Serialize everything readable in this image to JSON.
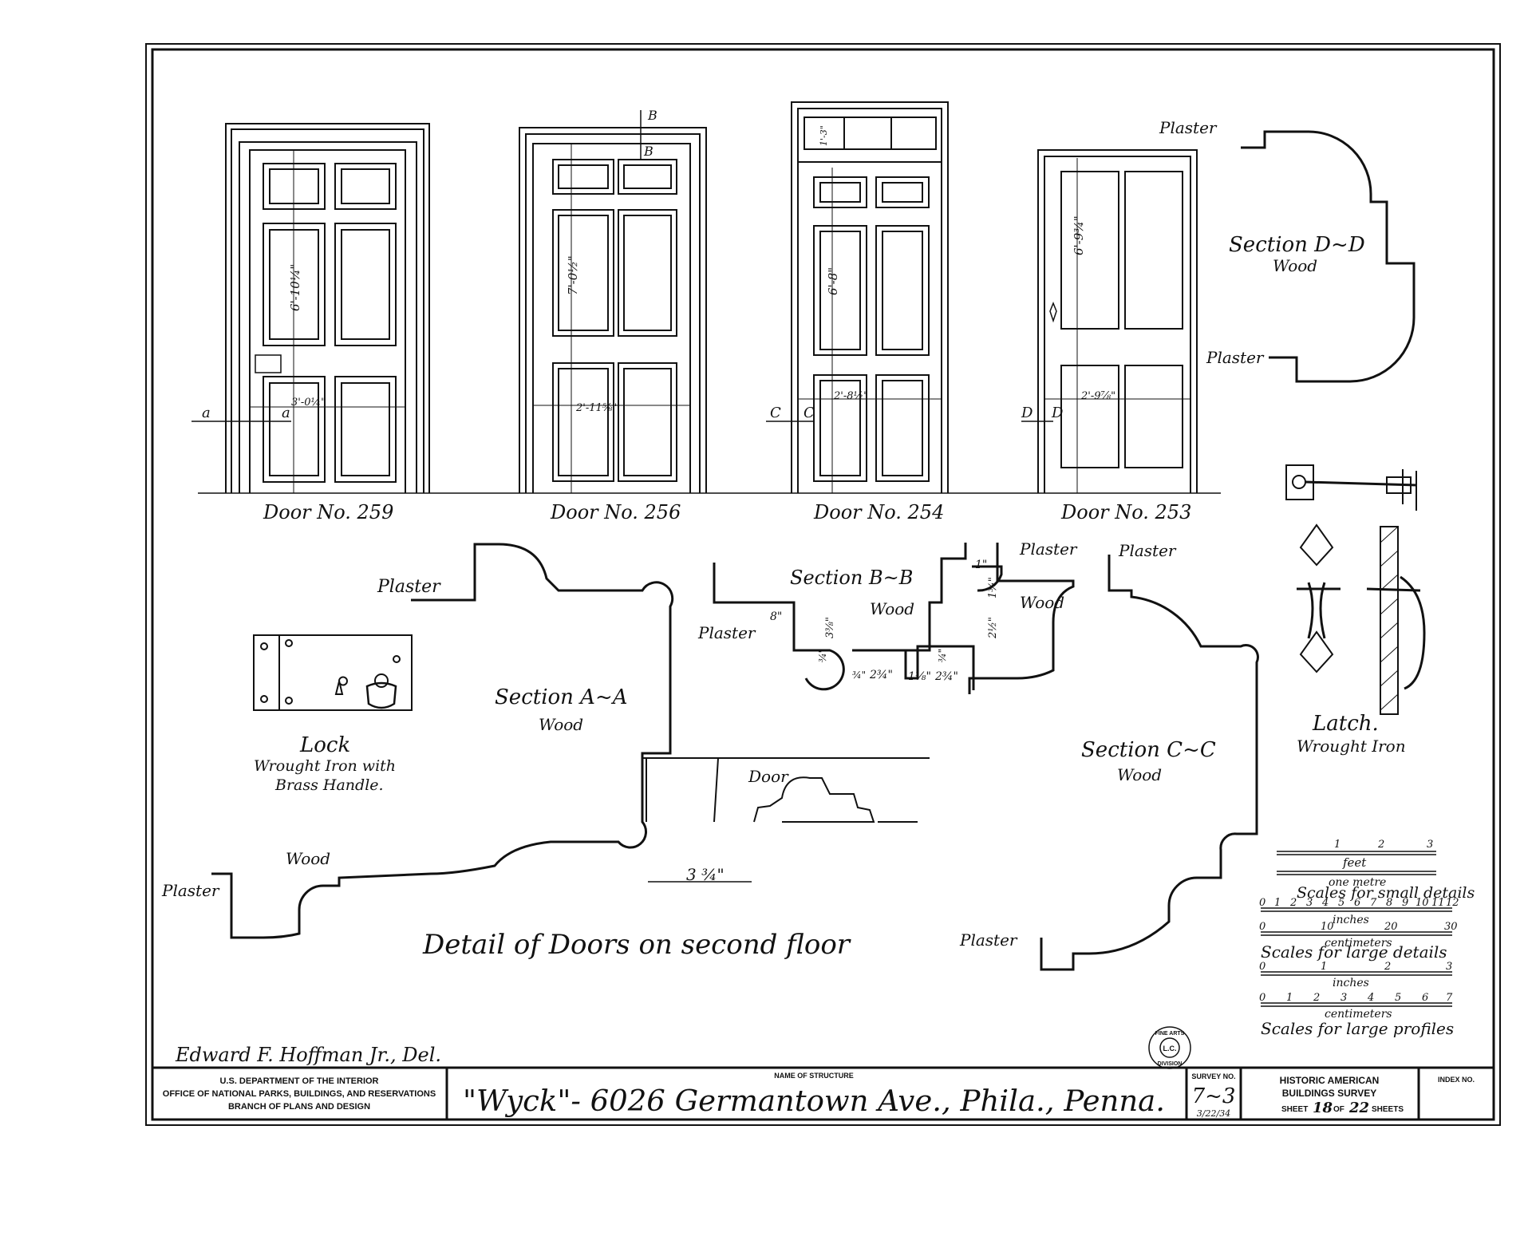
{
  "doors": [
    {
      "label": "Door No. 259",
      "height": "6'-10¼\"",
      "width": "3'-0¼\"",
      "section": "a"
    },
    {
      "label": "Door No. 256",
      "height": "7'-0½\"",
      "width": "2'-11⅝\"",
      "section": "B"
    },
    {
      "label": "Door No. 254",
      "height": "6'-8\"",
      "width": "2'-8½\"",
      "section": "C",
      "transom": "1'-3\""
    },
    {
      "label": "Door No. 253",
      "height": "6'-9¾\"",
      "width": "2'-9⅞\"",
      "section": "D"
    }
  ],
  "sections": {
    "aa": {
      "title": "Section A~A",
      "material": "Wood",
      "plaster": "Plaster",
      "wood_note": "Wood",
      "door": "Door",
      "dim": "3 ¾\""
    },
    "bb": {
      "title": "Section B~B",
      "plaster": "Plaster",
      "wood": "Wood",
      "dims": [
        "8\"",
        "3⅜\"",
        "1\"",
        "1¾\"",
        "2½\"",
        "¾\"",
        "2¾\"",
        "1⅛\"",
        "2¾\"",
        "¾\"",
        "¾\""
      ]
    },
    "cc": {
      "title": "Section C~C",
      "material": "Wood",
      "plaster": "Plaster",
      "wood_note": "Wood"
    },
    "dd": {
      "title": "Section D~D",
      "material": "Wood",
      "plaster": "Plaster"
    }
  },
  "lock": {
    "title": "Lock",
    "line1": "Wrought Iron with",
    "line2": "Brass Handle."
  },
  "latch": {
    "title": "Latch.",
    "material": "Wrought Iron"
  },
  "scales": {
    "feet_ticks": [
      "1",
      "2",
      "3"
    ],
    "feet_label": "feet",
    "metre_label": "one metre",
    "small_title": "Scales for small details",
    "inch_ticks": [
      "0",
      "1",
      "2",
      "3",
      "4",
      "5",
      "6",
      "7",
      "8",
      "9",
      "10",
      "11",
      "12"
    ],
    "inches_label": "inches",
    "cm_ticks": [
      "0",
      "10",
      "20",
      "30"
    ],
    "cm_label": "centimeters",
    "large_title": "Scales for large details",
    "inch2_ticks": [
      "0",
      "1",
      "2",
      "3"
    ],
    "inches2_label": "inches",
    "cm2_ticks": [
      "0",
      "1",
      "2",
      "3",
      "4",
      "5",
      "6",
      "7"
    ],
    "cm2_label": "centimeters",
    "profiles_title": "Scales for large profiles"
  },
  "caption": "Detail of Doors on second floor",
  "delineator": "Edward F. Hoffman Jr., Del.",
  "stamp": {
    "top": "FINE ARTS",
    "center": "L.C.",
    "bottom": "DIVISION"
  },
  "title_block": {
    "dept_line1": "U.S. DEPARTMENT OF THE INTERIOR",
    "dept_line2": "OFFICE OF NATIONAL PARKS, BUILDINGS, AND RESERVATIONS",
    "dept_line3": "BRANCH OF PLANS AND DESIGN",
    "name_label": "NAME OF STRUCTURE",
    "name": "\"Wyck\"- 6026 Germantown Ave., Phila., Penna.",
    "survey_label": "SURVEY NO.",
    "survey_no": "7~3",
    "survey_date": "3/22/34",
    "habs_line1": "HISTORIC AMERICAN",
    "habs_line2": "BUILDINGS SURVEY",
    "sheet_prefix": "SHEET",
    "sheet_no": "18",
    "sheet_of": "OF",
    "sheet_total": "22",
    "sheet_suffix": "SHEETS",
    "index_label": "INDEX NO."
  }
}
